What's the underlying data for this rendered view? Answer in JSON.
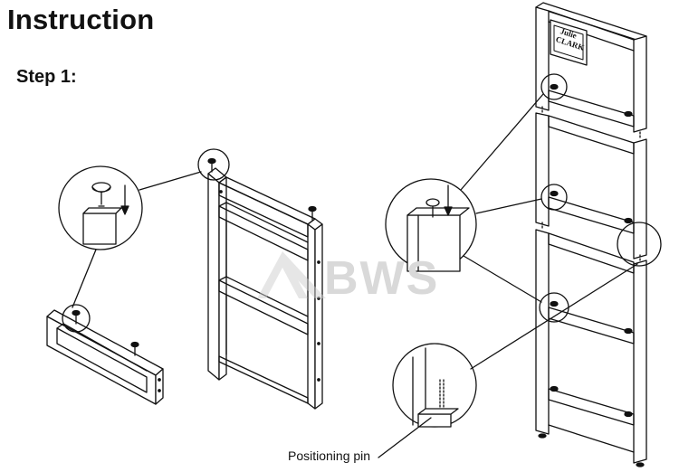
{
  "header": {
    "title": "Instruction",
    "step": "Step 1:"
  },
  "watermark": {
    "text": "BWS"
  },
  "annotations": {
    "positioning_pin": "Positioning pin"
  },
  "logo_panel": {
    "text_line1": "Julie",
    "text_line2": "CLARK"
  },
  "colors": {
    "line": "#111111",
    "watermark": "#d9d9d9",
    "background": "#ffffff"
  }
}
